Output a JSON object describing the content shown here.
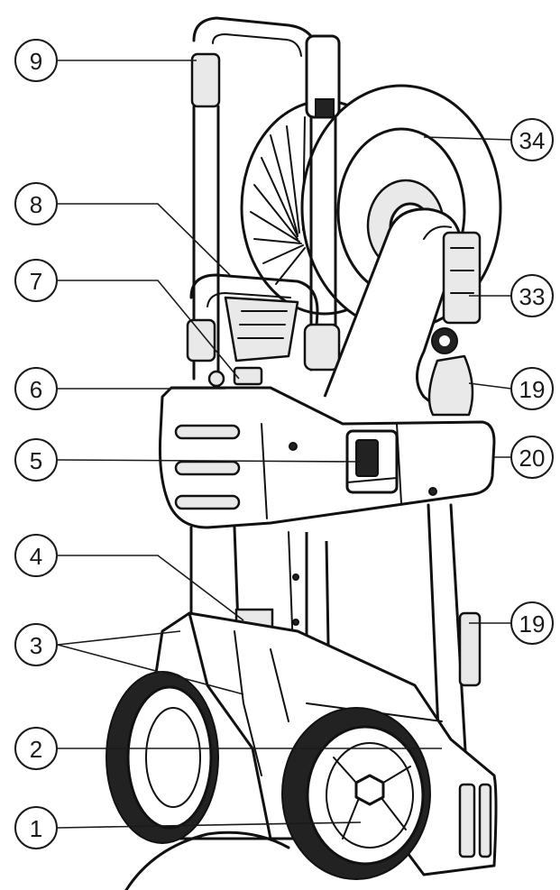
{
  "figure": {
    "callouts": [
      {
        "id": "c9",
        "label": "9"
      },
      {
        "id": "c8",
        "label": "8"
      },
      {
        "id": "c7",
        "label": "7"
      },
      {
        "id": "c6",
        "label": "6"
      },
      {
        "id": "c5",
        "label": "5"
      },
      {
        "id": "c4",
        "label": "4"
      },
      {
        "id": "c3",
        "label": "3"
      },
      {
        "id": "c2",
        "label": "2"
      },
      {
        "id": "c1",
        "label": "1"
      },
      {
        "id": "c34",
        "label": "34"
      },
      {
        "id": "c33",
        "label": "33"
      },
      {
        "id": "c19a",
        "label": "19"
      },
      {
        "id": "c20",
        "label": "20"
      },
      {
        "id": "c19b",
        "label": "19"
      }
    ]
  }
}
